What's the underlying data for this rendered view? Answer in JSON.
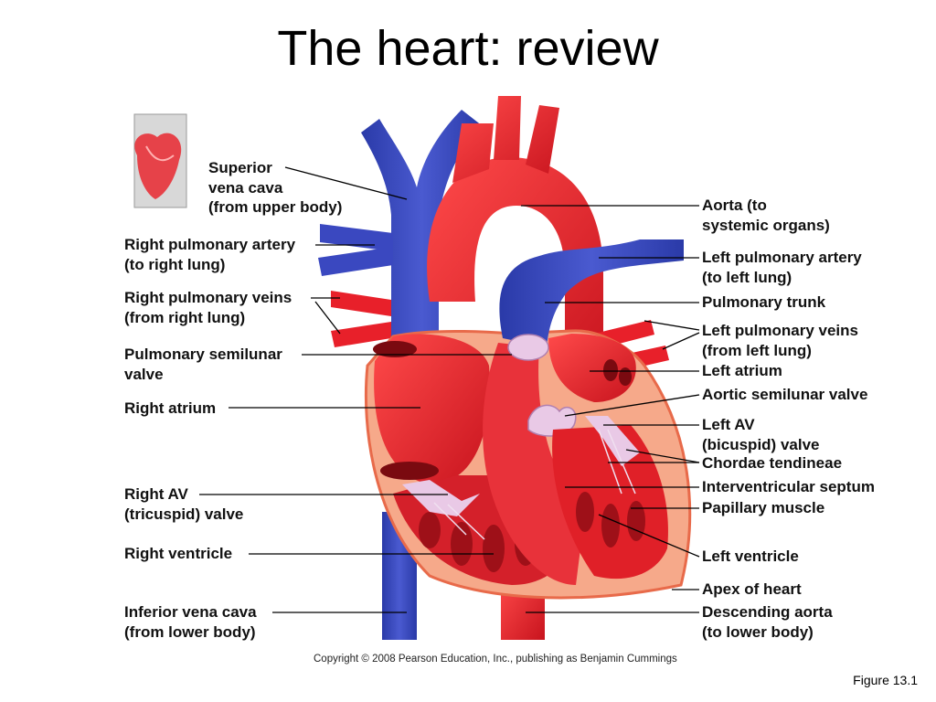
{
  "slide": {
    "title": "The heart: review",
    "copyright": "Copyright © 2008 Pearson Education, Inc., publishing as Benjamin Cummings",
    "figure_number": "Figure 13.1"
  },
  "labels": {
    "left": [
      {
        "id": "superior-vena-cava",
        "lines": [
          "Superior",
          "vena cava",
          "(from upper body)"
        ]
      },
      {
        "id": "right-pulmonary-artery",
        "lines": [
          "Right pulmonary artery",
          "(to right lung)"
        ]
      },
      {
        "id": "right-pulmonary-veins",
        "lines": [
          "Right pulmonary veins",
          "(from right lung)"
        ]
      },
      {
        "id": "pulmonary-semilunar-valve",
        "lines": [
          "Pulmonary semilunar",
          "valve"
        ]
      },
      {
        "id": "right-atrium",
        "lines": [
          "Right atrium"
        ]
      },
      {
        "id": "right-av-valve",
        "lines": [
          "Right AV",
          "(tricuspid) valve"
        ]
      },
      {
        "id": "right-ventricle",
        "lines": [
          "Right ventricle"
        ]
      },
      {
        "id": "inferior-vena-cava",
        "lines": [
          "Inferior vena cava",
          "(from lower body)"
        ]
      }
    ],
    "right": [
      {
        "id": "aorta",
        "lines": [
          "Aorta (to",
          "systemic organs)"
        ]
      },
      {
        "id": "left-pulmonary-artery",
        "lines": [
          "Left pulmonary artery",
          "(to left lung)"
        ]
      },
      {
        "id": "pulmonary-trunk",
        "lines": [
          "Pulmonary trunk"
        ]
      },
      {
        "id": "left-pulmonary-veins",
        "lines": [
          "Left pulmonary veins",
          "(from left lung)"
        ]
      },
      {
        "id": "left-atrium",
        "lines": [
          "Left atrium"
        ]
      },
      {
        "id": "aortic-semilunar-valve",
        "lines": [
          "Aortic semilunar valve"
        ]
      },
      {
        "id": "left-av-valve",
        "lines": [
          "Left AV",
          "(bicuspid) valve"
        ]
      },
      {
        "id": "chordae-tendineae",
        "lines": [
          "Chordae tendineae"
        ]
      },
      {
        "id": "interventricular-septum",
        "lines": [
          "Interventricular septum"
        ]
      },
      {
        "id": "papillary-muscle",
        "lines": [
          "Papillary muscle"
        ]
      },
      {
        "id": "left-ventricle",
        "lines": [
          "Left ventricle"
        ]
      },
      {
        "id": "apex-of-heart",
        "lines": [
          "Apex of heart"
        ]
      },
      {
        "id": "descending-aorta",
        "lines": [
          "Descending aorta",
          "(to lower body)"
        ]
      }
    ]
  },
  "colors": {
    "oxygenated": "#e8202a",
    "deoxygenated": "#3a48c0",
    "myocardium": "#f6a98a",
    "valve": "#e9c9e6",
    "leader_line": "#000000"
  }
}
